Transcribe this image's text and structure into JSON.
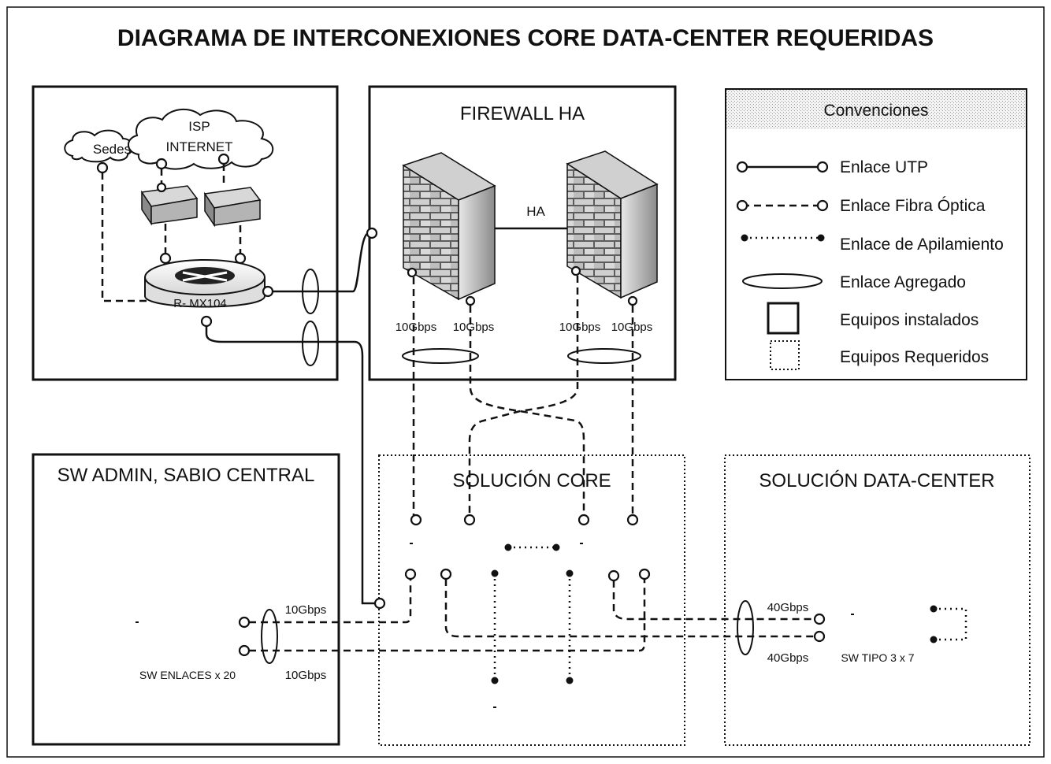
{
  "title": "DIAGRAMA DE INTERCONEXIONES CORE DATA-CENTER REQUERIDAS",
  "boxes": {
    "firewall": "FIREWALL HA",
    "sw_admin": "SW ADMIN, SABIO CENTRAL",
    "core": "SOLUCIÓN CORE",
    "datacenter": "SOLUCIÓN DATA-CENTER"
  },
  "clouds": {
    "sedes": "Sedes",
    "isp_line1": "ISP",
    "isp_line2": "INTERNET"
  },
  "router": "R- MX104",
  "ha_label": "HA",
  "firewall_links": [
    "10Gbps",
    "10Gbps",
    "10Gbps",
    "10Gbps"
  ],
  "sw_enlaces": {
    "label": "SW ENLACES x 20",
    "link_top": "10Gbps",
    "link_bottom": "10Gbps"
  },
  "sw_tipo": {
    "label": "SW TIPO 3 x 7",
    "link_top": "40Gbps",
    "link_bottom": "40Gbps"
  },
  "legend": {
    "title": "Convenciones",
    "items": [
      "Enlace UTP",
      "Enlace Fibra Óptica",
      "Enlace de Apilamiento",
      "Enlace Agregado",
      "Equipos instalados",
      "Equipos Requeridos"
    ]
  }
}
